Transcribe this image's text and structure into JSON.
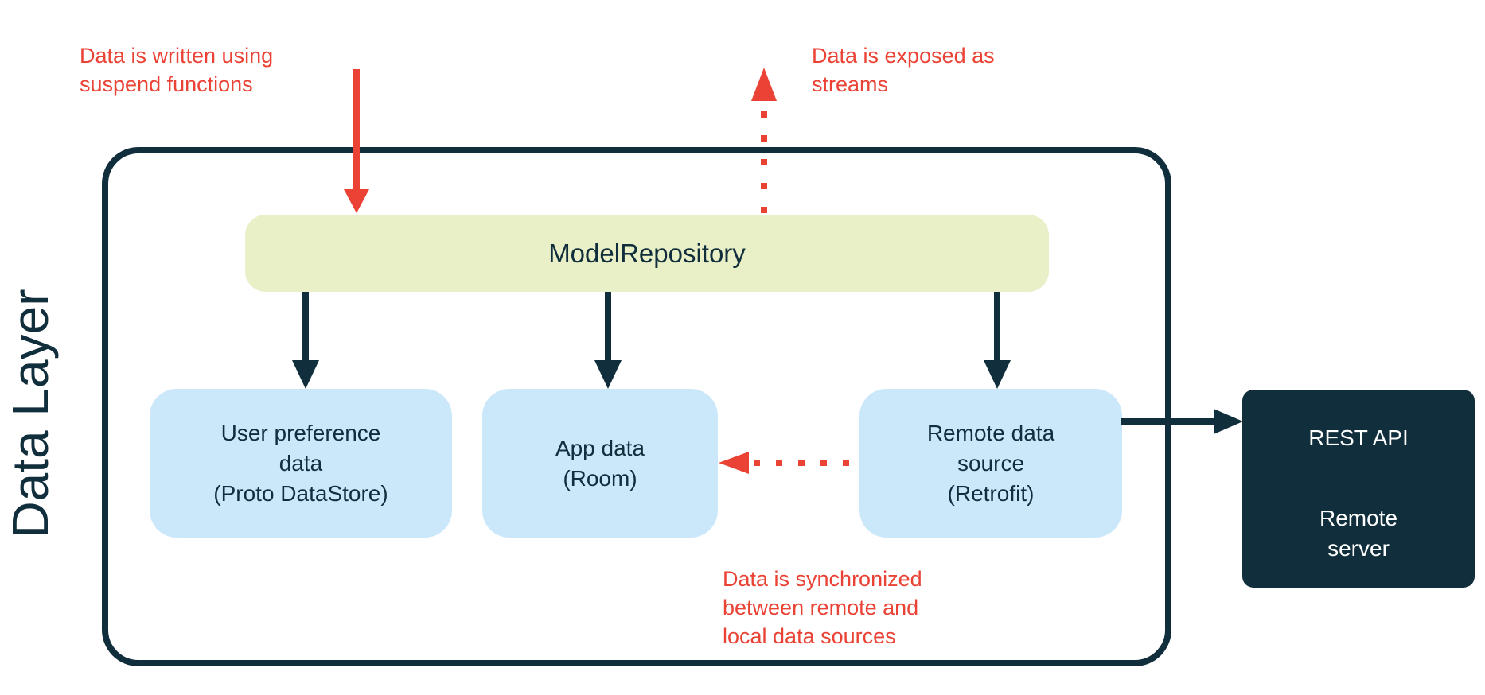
{
  "diagram": {
    "title_context": "Data layer architecture diagram",
    "side_label": "Data Layer",
    "annotations": {
      "write": "Data is written using\nsuspend functions",
      "streams": "Data is exposed as\nstreams",
      "sync": "Data is synchronized\nbetween remote and\nlocal data sources"
    },
    "repository": {
      "label": "ModelRepository"
    },
    "sources": [
      {
        "label": "User preference\ndata\n(Proto DataStore)"
      },
      {
        "label": "App data\n(Room)"
      },
      {
        "label": "Remote data\nsource\n(Retrofit)"
      }
    ],
    "server": {
      "api_label": "REST API",
      "server_label": "Remote\nserver"
    },
    "colors": {
      "navy": "#112e3c",
      "light_blue": "#cbe8fb",
      "pale_green": "#e9efc6",
      "red": "#ea4335",
      "white": "#ffffff",
      "background": "#ffffff"
    }
  }
}
